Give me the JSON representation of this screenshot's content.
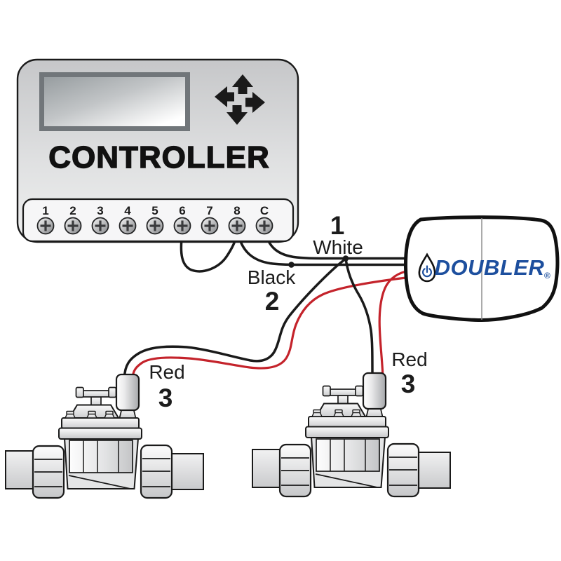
{
  "diagram": {
    "controller": {
      "title": "CONTROLLER",
      "terminals": [
        "1",
        "2",
        "3",
        "4",
        "5",
        "6",
        "7",
        "8",
        "C"
      ]
    },
    "doubler": {
      "brand": "DOUBLER",
      "registered_mark": "®",
      "brand_color": "#1d4f9e",
      "logo_icon": "water-drop-power-icon"
    },
    "labels": {
      "white_step": "1",
      "white_wire": "White",
      "black_wire": "Black",
      "black_step": "2",
      "red_wire_left": "Red",
      "red_step_left": "3",
      "red_wire_right": "Red",
      "red_step_right": "3"
    },
    "colors": {
      "wire_black": "#1a1a1a",
      "wire_red": "#c4232b"
    }
  }
}
